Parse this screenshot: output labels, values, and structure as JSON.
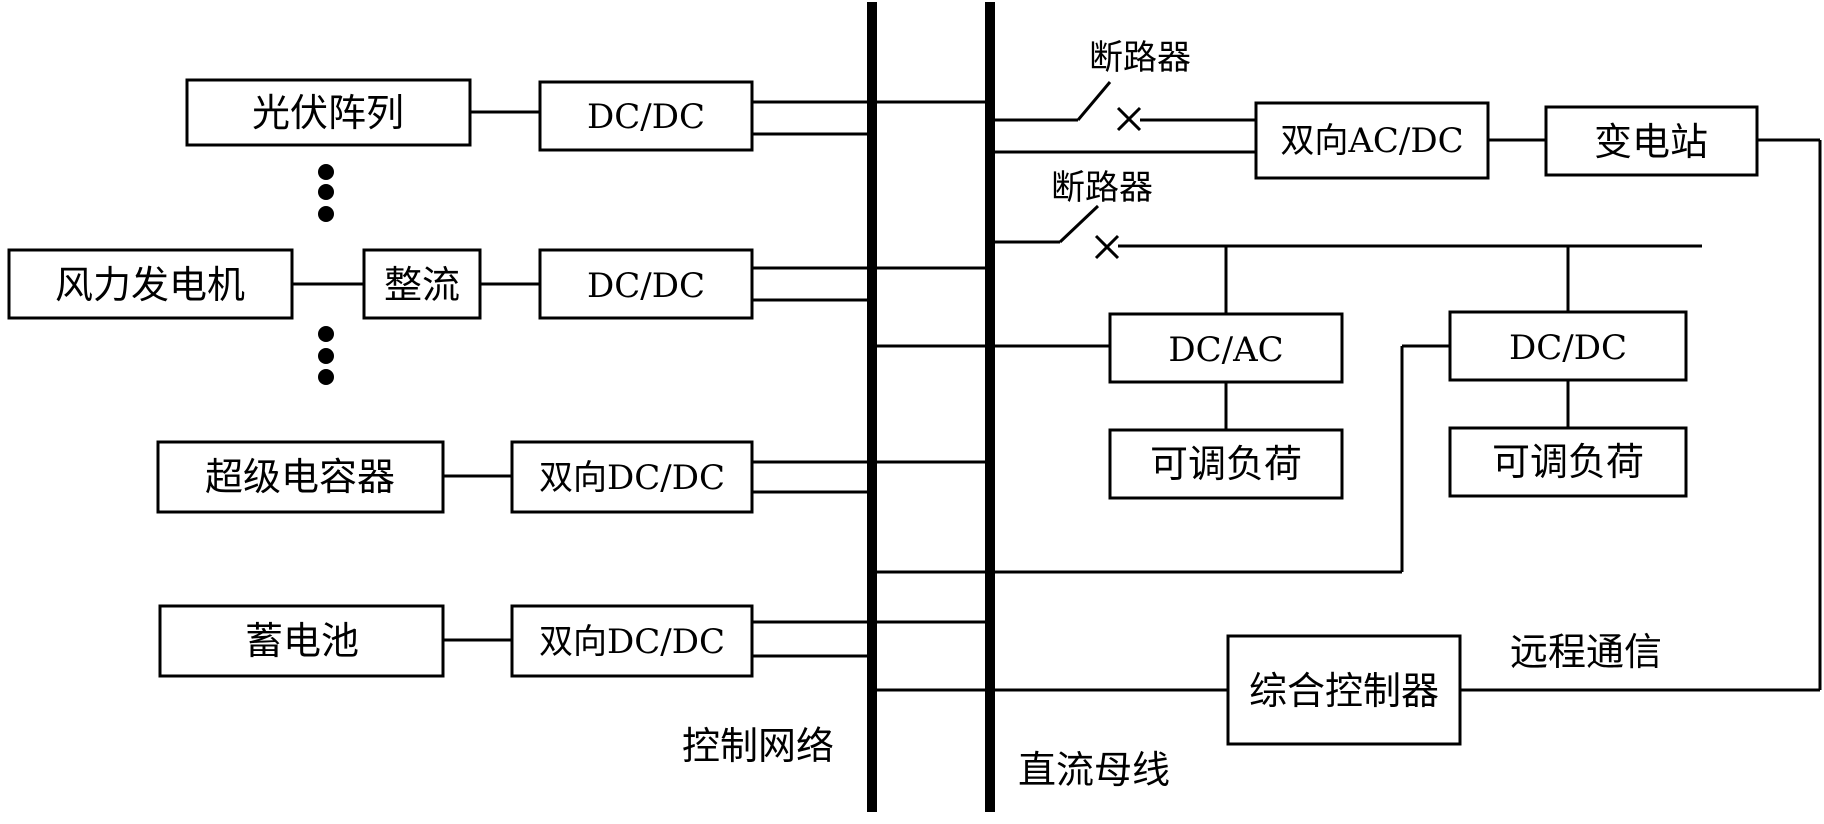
{
  "sources": {
    "pv_array": "光伏阵列",
    "wind_generator": "风力发电机",
    "rectifier": "整流",
    "supercapacitor": "超级电容器",
    "battery": "蓄电池"
  },
  "converters": {
    "pv_dcdc": "DC/DC",
    "wind_dcdc": "DC/DC",
    "supercap_dcdc": "双向DC/DC",
    "battery_dcdc": "双向DC/DC",
    "grid_acdc": "双向AC/DC",
    "load1_dcac": "DC/AC",
    "load2_dcdc": "DC/DC"
  },
  "grid": {
    "substation": "变电站"
  },
  "loads": {
    "load1": "可调负荷",
    "load2": "可调负荷"
  },
  "breakers": {
    "breaker1": "断路器",
    "breaker2": "断路器"
  },
  "controller": {
    "label": "综合控制器",
    "remote_comm": "远程通信"
  },
  "buses": {
    "control_network": "控制网络",
    "dc_bus": "直流母线"
  }
}
